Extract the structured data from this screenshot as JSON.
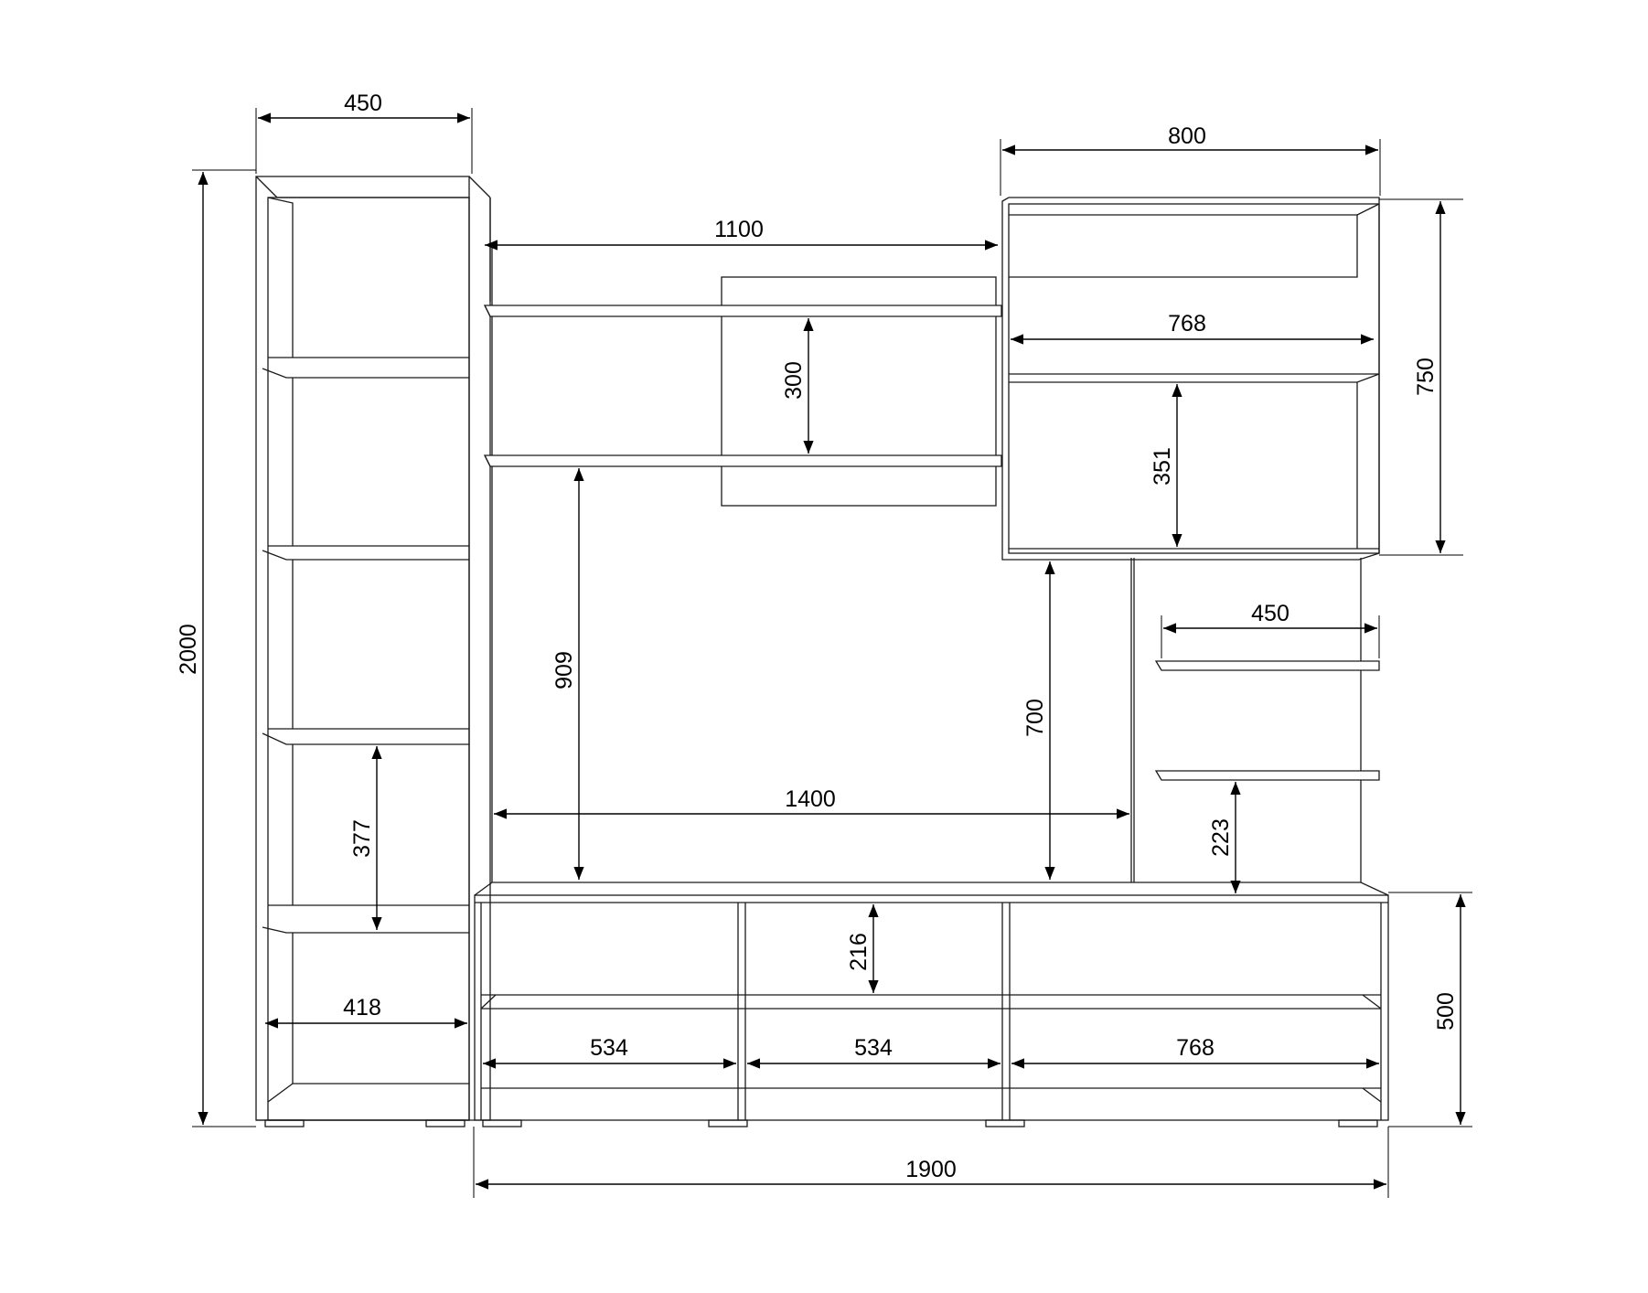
{
  "dimensions": {
    "left_width": "450",
    "total_height": "2000",
    "left_shelf_gap": "377",
    "left_inner_width": "418",
    "top_shelf_width": "1100",
    "top_shelf_gap": "300",
    "tv_height": "909",
    "tv_width": "1400",
    "wall_cabinet_width": "800",
    "wall_cabinet_inner_width": "768",
    "wall_cabinet_height": "750",
    "wall_cabinet_shelf_gap": "351",
    "gap_height": "700",
    "side_shelf_width": "450",
    "side_shelf_gap": "223",
    "base_shelf_gap": "216",
    "base_section_1_width": "534",
    "base_section_2_width": "534",
    "base_section_3_width": "768",
    "base_height": "500",
    "base_width": "1900"
  },
  "colors": {
    "line": "#1a1a1a",
    "background": "#ffffff"
  }
}
